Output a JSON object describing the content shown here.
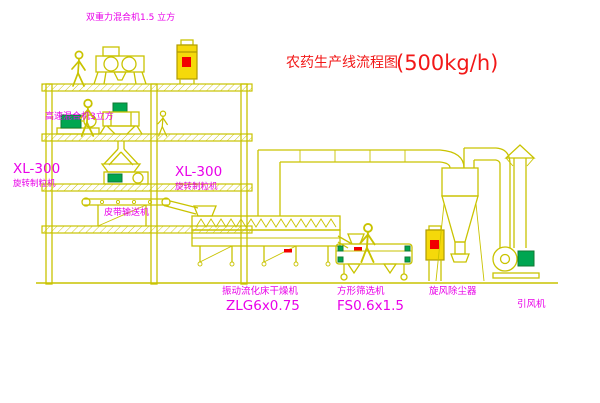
{
  "title": {
    "name": "农药生产线流程图",
    "capacity": "(500kg/h)"
  },
  "labels": {
    "double_gravity_mixer": "双重力混合机1.5 立方",
    "high_speed_mixer": "高速混合机3立方",
    "granulator_left_model": "XL-300",
    "granulator_left_name": "旋转制粒机",
    "granulator_mid_model": "XL-300",
    "granulator_mid_name": "旋转制粒机",
    "belt_conveyor": "皮带输送机",
    "dryer_name": "振动流化床干燥机",
    "dryer_model": "ZLG6x0.75",
    "sieve_name": "方形筛选机",
    "sieve_model": "FS0.6x1.5",
    "cyclone": "旋风除尘器",
    "induced_fan": "引风机"
  },
  "colors": {
    "background": "#FFFFFF",
    "drawing_line": "#C9C300",
    "machine_green": "#00A651",
    "label_magenta": "#E900E9",
    "title_red": "#F21818",
    "panel_yellow": "#F5D90A",
    "indicator_red": "#F20000"
  }
}
